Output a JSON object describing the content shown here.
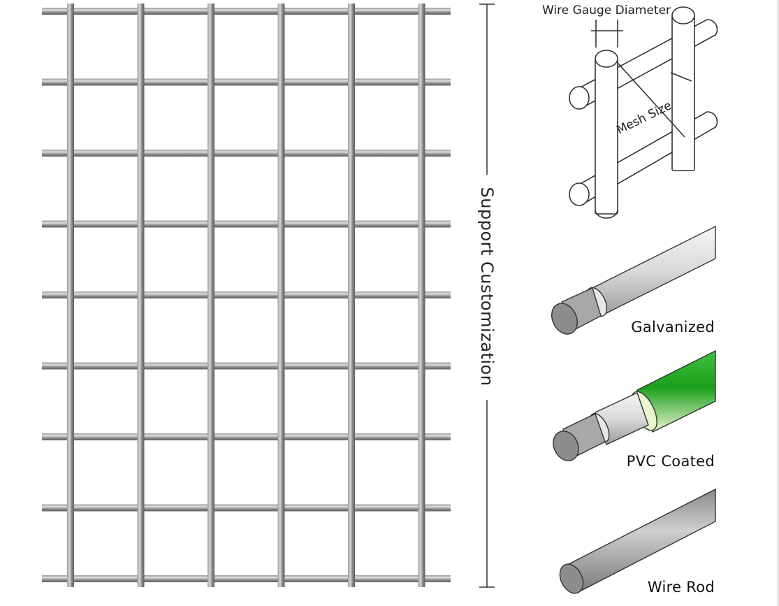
{
  "mesh": {
    "columns": 6,
    "rows": 8
  },
  "dimension": {
    "label": "Support Customization"
  },
  "detail": {
    "wire_gauge_label": "Wire Gauge Diameter",
    "mesh_size_label": "Mesh Size"
  },
  "wire_types": [
    {
      "label": "Galvanized"
    },
    {
      "label": "PVC Coated",
      "coating_color": "#1aa01a"
    },
    {
      "label": "Wire Rod"
    }
  ],
  "colors": {
    "wire": "#7c7c7c",
    "pvc": "#1aa01a"
  }
}
